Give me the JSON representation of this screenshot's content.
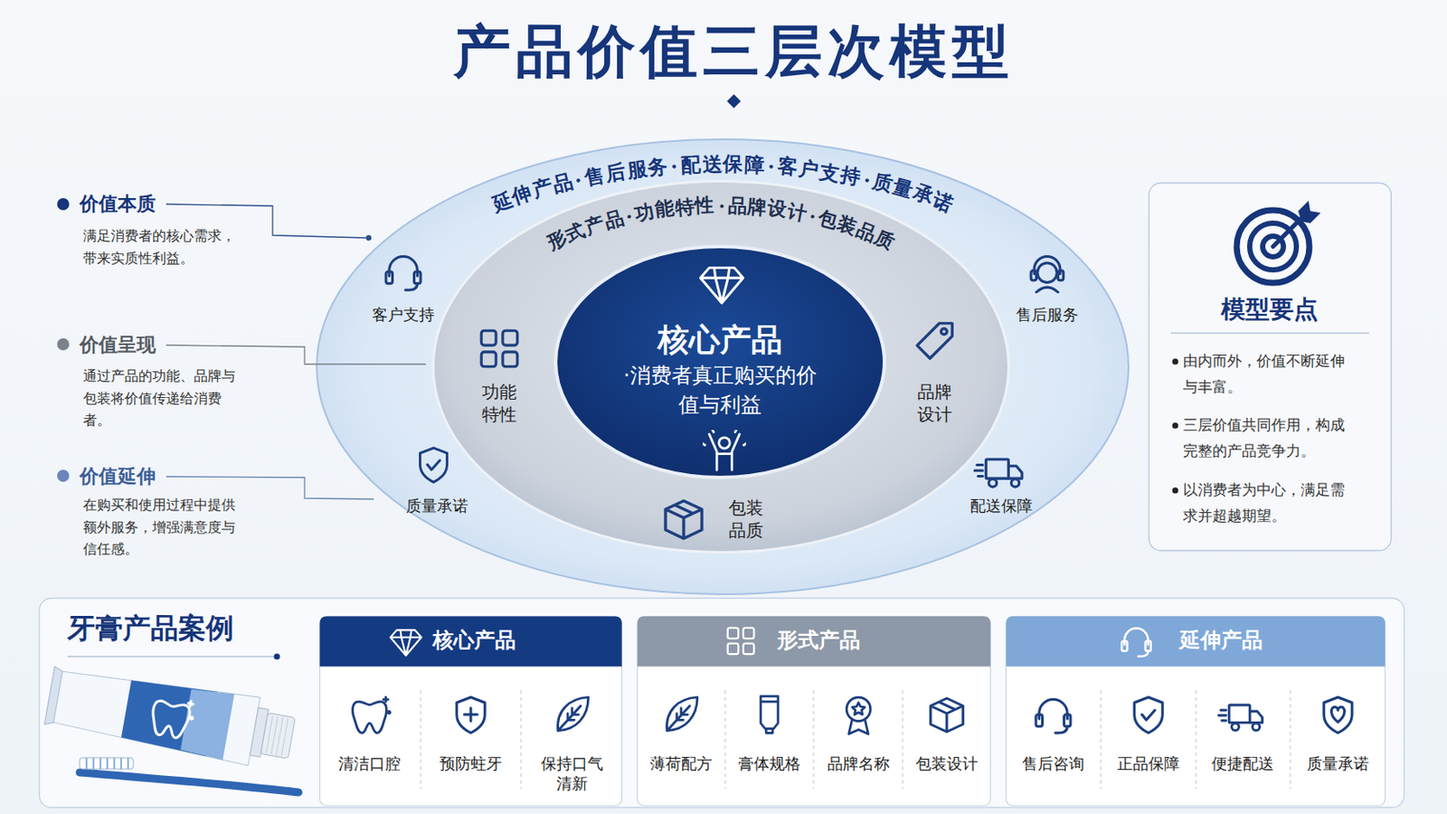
{
  "diagram": {
    "title": "产品价值三层次模型",
    "nodes": [
      {
        "text": [
          "延伸产品·售后服务·配送保障·客户支持·质量承诺"
        ]
      },
      {
        "text": [
          "形式产品·功能特性·品牌设计·包装品质"
        ],
        "in": 0
      },
      {
        "text": [
          "核心产品",
          "·消费者真正购买的价值与利益"
        ],
        "in": 1
      },
      {
        "text": [
          "模型要点",
          "由内而外，价值不断延伸与丰富。",
          "三层价值共同作用，构成完整的产品竞争力。",
          "以消费者为中心，满足需求并超越期望。"
        ]
      },
      {
        "text": [
          "牙膏产品案例"
        ]
      },
      {
        "text": [
          "核心产品"
        ],
        "in": 4
      },
      {
        "text": [
          "形式产品"
        ],
        "in": 4
      },
      {
        "text": [
          "延伸产品"
        ],
        "in": 4
      }
    ],
    "labels": [
      "价值本质",
      "满足消费者的核心需求，带来实质性利益。",
      "价值呈现",
      "通过产品的功能、品牌与包装将价值传递给消费者。",
      "价值延伸",
      "在购买和使用过程中提供额外服务，增强满意度与信任感。",
      "客户支持",
      "售后服务",
      "功能特性",
      "品牌设计",
      "质量承诺",
      "包装品质",
      "配送保障",
      "清洁口腔",
      "预防蛀牙",
      "保持口气清新",
      "薄荷配方",
      "膏体规格",
      "品牌名称",
      "包装设计",
      "售后咨询",
      "正品保障",
      "便捷配送",
      "质量承诺"
    ]
  }
}
